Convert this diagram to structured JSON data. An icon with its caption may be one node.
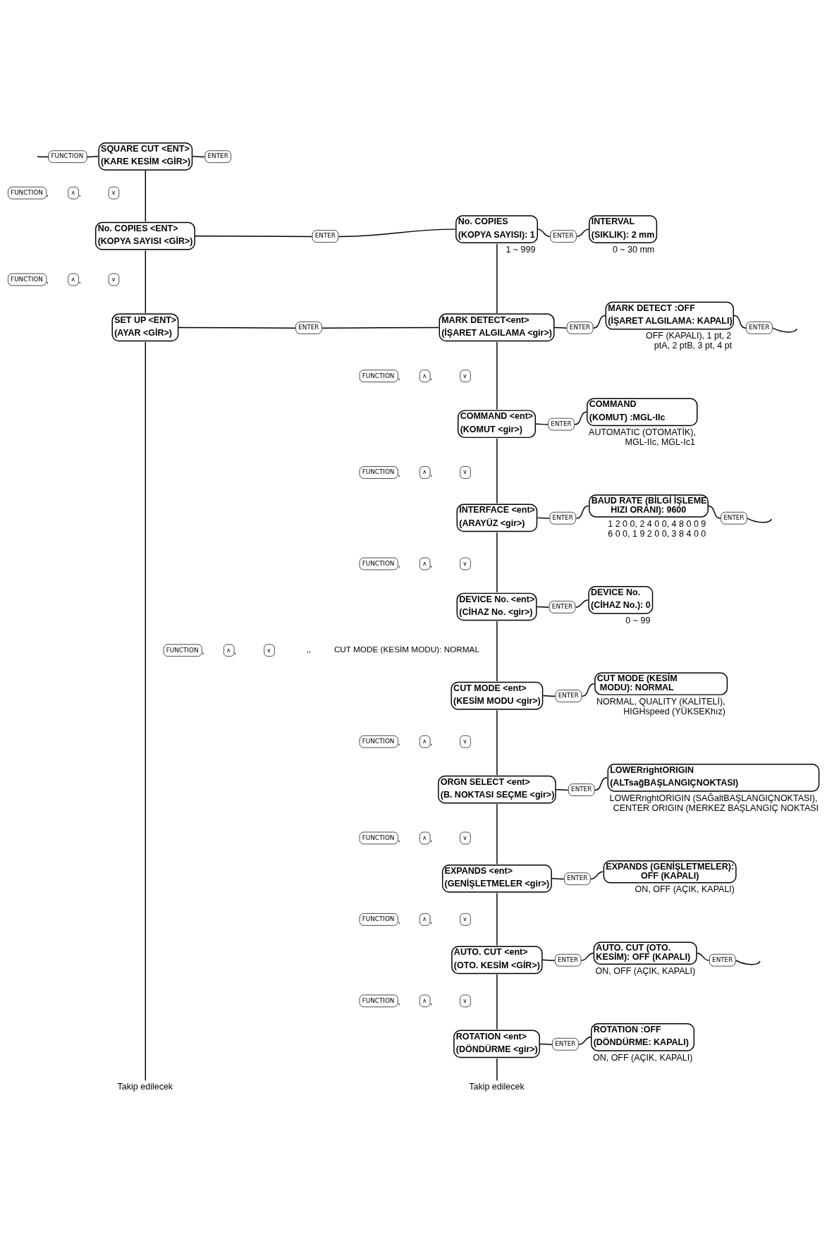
{
  "diagram": {
    "nodes": [
      {
        "text": [
          "FUNCTION"
        ]
      },
      {
        "text": [
          "SQUARE CUT <ENT>",
          "(KARE KESİM <GİR>)"
        ]
      },
      {
        "text": [
          "ENTER"
        ]
      },
      {
        "text": [
          "FUNCTION"
        ],
        "beside": [
          ","
        ]
      },
      {
        "text": [
          "∧"
        ],
        "beside": [
          ","
        ]
      },
      {
        "text": [
          "∨"
        ]
      },
      {
        "text": [
          "No. COPIES <ENT>",
          "(KOPYA SAYISI <GİR>)"
        ]
      },
      {
        "text": [
          "ENTER"
        ]
      },
      {
        "text": [
          "No. COPIES",
          "(KOPYA SAYISI): 1"
        ],
        "beside": [
          "1 ~ 999"
        ]
      },
      {
        "text": [
          "ENTER"
        ]
      },
      {
        "text": [
          "INTERVAL",
          "(SIKLIK): 2 mm"
        ],
        "beside": [
          "0 ~ 30 mm"
        ]
      },
      {
        "text": [
          "FUNCTION"
        ],
        "beside": [
          ","
        ]
      },
      {
        "text": [
          "∧"
        ],
        "beside": [
          ","
        ]
      },
      {
        "text": [
          "∨"
        ]
      },
      {
        "text": [
          "SET UP <ENT>",
          "(AYAR <GİR>)"
        ]
      },
      {
        "text": [
          "ENTER"
        ]
      },
      {
        "text": [
          "MARK DETECT<ent>",
          "(İŞARET ALGILAMA <gir>)"
        ]
      },
      {
        "text": [
          "ENTER"
        ]
      },
      {
        "text": [
          "MARK DETECT :OFF",
          "(İŞARET ALGILAMA: KAPALI)"
        ],
        "beside": [
          "OFF (KAPALI), 1 pt, 2 ptA, 2 ptB, 3 pt, 4 pt"
        ]
      },
      {
        "text": [
          "ENTER"
        ]
      },
      {
        "text": [
          "FUNCTION"
        ],
        "beside": [
          ","
        ]
      },
      {
        "text": [
          "∧"
        ],
        "beside": [
          ","
        ]
      },
      {
        "text": [
          "∨"
        ]
      },
      {
        "text": [
          "COMMAND <ent>",
          "(KOMUT <gir>)"
        ]
      },
      {
        "text": [
          "ENTER"
        ]
      },
      {
        "text": [
          "COMMAND",
          "(KOMUT) :MGL-IIc"
        ],
        "beside": [
          "AUTOMATIC (OTOMATİK), MGL-IIc, MGL-Ic1"
        ]
      },
      {
        "text": [
          "FUNCTION"
        ],
        "beside": [
          ","
        ]
      },
      {
        "text": [
          "∧"
        ],
        "beside": [
          ","
        ]
      },
      {
        "text": [
          "∨"
        ]
      },
      {
        "text": [
          "INTERFACE <ent>",
          "(ARAYÜZ <gir>)"
        ]
      },
      {
        "text": [
          "ENTER"
        ]
      },
      {
        "text": [
          "BAUD RATE (BİLGİ İŞLEME HIZI ORANI): 9600"
        ],
        "beside": [
          "1 2 0 0, 2 4 0 0, 4 8 0 0 9 6 0 0, 1 9 2 0 0, 3 8 4 0 0"
        ]
      },
      {
        "text": [
          "ENTER"
        ]
      },
      {
        "text": [
          "FUNCTION"
        ],
        "beside": [
          ","
        ]
      },
      {
        "text": [
          "∧"
        ],
        "beside": [
          ","
        ]
      },
      {
        "text": [
          "∨"
        ]
      },
      {
        "text": [
          "DEVICE No. <ent>",
          "(CİHAZ No. <gir>)"
        ]
      },
      {
        "text": [
          "ENTER"
        ]
      },
      {
        "text": [
          "DEVICE No.",
          "(CİHAZ No.): 0"
        ],
        "beside": [
          "0 ~ 99"
        ]
      },
      {
        "text": [
          "FUNCTION"
        ],
        "beside": [
          ","
        ]
      },
      {
        "text": [
          "∧"
        ],
        "beside": [
          ","
        ]
      },
      {
        "text": [
          "∨"
        ]
      },
      {
        "text": [
          "CUT MODE <ent>",
          "(KESİM MODU <gir>)"
        ]
      },
      {
        "text": [
          "ENTER"
        ]
      },
      {
        "text": [
          "CUT MODE (KESİM MODU): NORMAL"
        ],
        "beside": [
          "NORMAL, QUALITY (KALİTELİ), HIGHspeed (YÜKSEKhız)"
        ]
      },
      {
        "text": [
          "FUNCTION"
        ],
        "beside": [
          ","
        ]
      },
      {
        "text": [
          "∧"
        ],
        "beside": [
          ","
        ]
      },
      {
        "text": [
          "∨"
        ]
      },
      {
        "text": [
          "ORGN SELECT <ent>",
          "(B. NOKTASI SEÇME <gir>)"
        ]
      },
      {
        "text": [
          "ENTER"
        ]
      },
      {
        "text": [
          "LOWERrightORIGIN",
          "(ALTsağBAŞLANGIÇNOKTASI)"
        ],
        "beside": [
          "LOWERrightORIGIN (SAĞaltBAŞLANGIÇNOKTASI), CENTER ORIGIN (MERKEZ BAŞLANGIÇ NOKTASI"
        ]
      },
      {
        "text": [
          "FUNCTION"
        ],
        "beside": [
          ","
        ]
      },
      {
        "text": [
          "∧"
        ],
        "beside": [
          ","
        ]
      },
      {
        "text": [
          "∨"
        ]
      },
      {
        "text": [
          "EXPANDS <ent>",
          "(GENİŞLETMELER <gir>)"
        ]
      },
      {
        "text": [
          "ENTER"
        ]
      },
      {
        "text": [
          "EXPANDS (GENİŞLETMELER): OFF (KAPALI)"
        ],
        "beside": [
          "ON, OFF (AÇIK, KAPALI)"
        ]
      },
      {
        "text": [
          "FUNCTION"
        ],
        "beside": [
          ","
        ]
      },
      {
        "text": [
          "∧"
        ],
        "beside": [
          ","
        ]
      },
      {
        "text": [
          "∨"
        ]
      },
      {
        "text": [
          "AUTO. CUT <ent>",
          "(OTO. KESİM <GİR>)"
        ]
      },
      {
        "text": [
          "ENTER"
        ]
      },
      {
        "text": [
          "AUTO. CUT (OTO. KESİM): OFF (KAPALI)"
        ],
        "beside": [
          "ON, OFF (AÇIK, KAPALI)"
        ]
      },
      {
        "text": [
          "ENTER"
        ]
      },
      {
        "text": [
          "FUNCTION"
        ],
        "beside": [
          ","
        ]
      },
      {
        "text": [
          "∧"
        ],
        "beside": [
          ","
        ]
      },
      {
        "text": [
          "∨"
        ]
      },
      {
        "text": [
          "ROTATION <ent>",
          "(DÖNDÜRME <gir>)"
        ]
      },
      {
        "text": [
          "ENTER"
        ]
      },
      {
        "text": [
          "ROTATION :OFF",
          "(DÖNDÜRME: KAPALI)"
        ],
        "beside": [
          "ON, OFF (AÇIK, KAPALI)"
        ]
      },
      {
        "text": [
          "Takip edilecek"
        ]
      },
      {
        "text": [
          "Takip edilecek"
        ]
      }
    ],
    "edges": [
      {
        "from": null,
        "to": 0,
        "arrow": "none"
      },
      {
        "from": 0,
        "to": 1,
        "arrow": "none"
      },
      {
        "from": 1,
        "to": 2,
        "arrow": "none"
      },
      {
        "from": 1,
        "to": 6,
        "arrow": "none"
      },
      {
        "from": 6,
        "to": 7,
        "arrow": "none"
      },
      {
        "from": 7,
        "to": 8,
        "arrow": "none"
      },
      {
        "from": 8,
        "to": 9,
        "arrow": "none"
      },
      {
        "from": 9,
        "to": 10,
        "arrow": "none"
      },
      {
        "from": 6,
        "to": 14,
        "arrow": "none"
      },
      {
        "from": 14,
        "to": 15,
        "arrow": "none"
      },
      {
        "from": 15,
        "to": 16,
        "arrow": "none"
      },
      {
        "from": 8,
        "to": 16,
        "arrow": "none"
      },
      {
        "from": 16,
        "to": 17,
        "arrow": "none"
      },
      {
        "from": 17,
        "to": 18,
        "arrow": "none"
      },
      {
        "from": 18,
        "to": 19,
        "arrow": "none"
      },
      {
        "from": 19,
        "to": null,
        "arrow": "none"
      },
      {
        "from": 16,
        "to": 23,
        "arrow": "none"
      },
      {
        "from": 23,
        "to": 24,
        "arrow": "none"
      },
      {
        "from": 24,
        "to": 25,
        "arrow": "none"
      },
      {
        "from": 23,
        "to": 29,
        "arrow": "none"
      },
      {
        "from": 29,
        "to": 30,
        "arrow": "none"
      },
      {
        "from": 30,
        "to": 31,
        "arrow": "none"
      },
      {
        "from": 31,
        "to": 32,
        "arrow": "none"
      },
      {
        "from": 32,
        "to": null,
        "arrow": "none"
      },
      {
        "from": 29,
        "to": 36,
        "arrow": "none"
      },
      {
        "from": 36,
        "to": 37,
        "arrow": "none"
      },
      {
        "from": 37,
        "to": 38,
        "arrow": "none"
      },
      {
        "from": 36,
        "to": 42,
        "arrow": "none"
      },
      {
        "from": 42,
        "to": 43,
        "arrow": "none"
      },
      {
        "from": 43,
        "to": 44,
        "arrow": "none"
      },
      {
        "from": 42,
        "to": 48,
        "arrow": "none"
      },
      {
        "from": 48,
        "to": 49,
        "arrow": "none"
      },
      {
        "from": 49,
        "to": 50,
        "arrow": "none"
      },
      {
        "from": 48,
        "to": 54,
        "arrow": "none"
      },
      {
        "from": 54,
        "to": 55,
        "arrow": "none"
      },
      {
        "from": 55,
        "to": 56,
        "arrow": "none"
      },
      {
        "from": 54,
        "to": 60,
        "arrow": "none"
      },
      {
        "from": 60,
        "to": 61,
        "arrow": "none"
      },
      {
        "from": 61,
        "to": 62,
        "arrow": "none"
      },
      {
        "from": 62,
        "to": 63,
        "arrow": "none"
      },
      {
        "from": 63,
        "to": null,
        "arrow": "none"
      },
      {
        "from": 60,
        "to": 67,
        "arrow": "none"
      },
      {
        "from": 67,
        "to": 68,
        "arrow": "none"
      },
      {
        "from": 68,
        "to": 69,
        "arrow": "none"
      },
      {
        "from": 67,
        "to": 71,
        "arrow": "none"
      },
      {
        "from": 14,
        "to": 70,
        "arrow": "none"
      }
    ],
    "labels": [
      ",,",
      "CUT MODE (KESİM MODU): NORMAL"
    ]
  }
}
